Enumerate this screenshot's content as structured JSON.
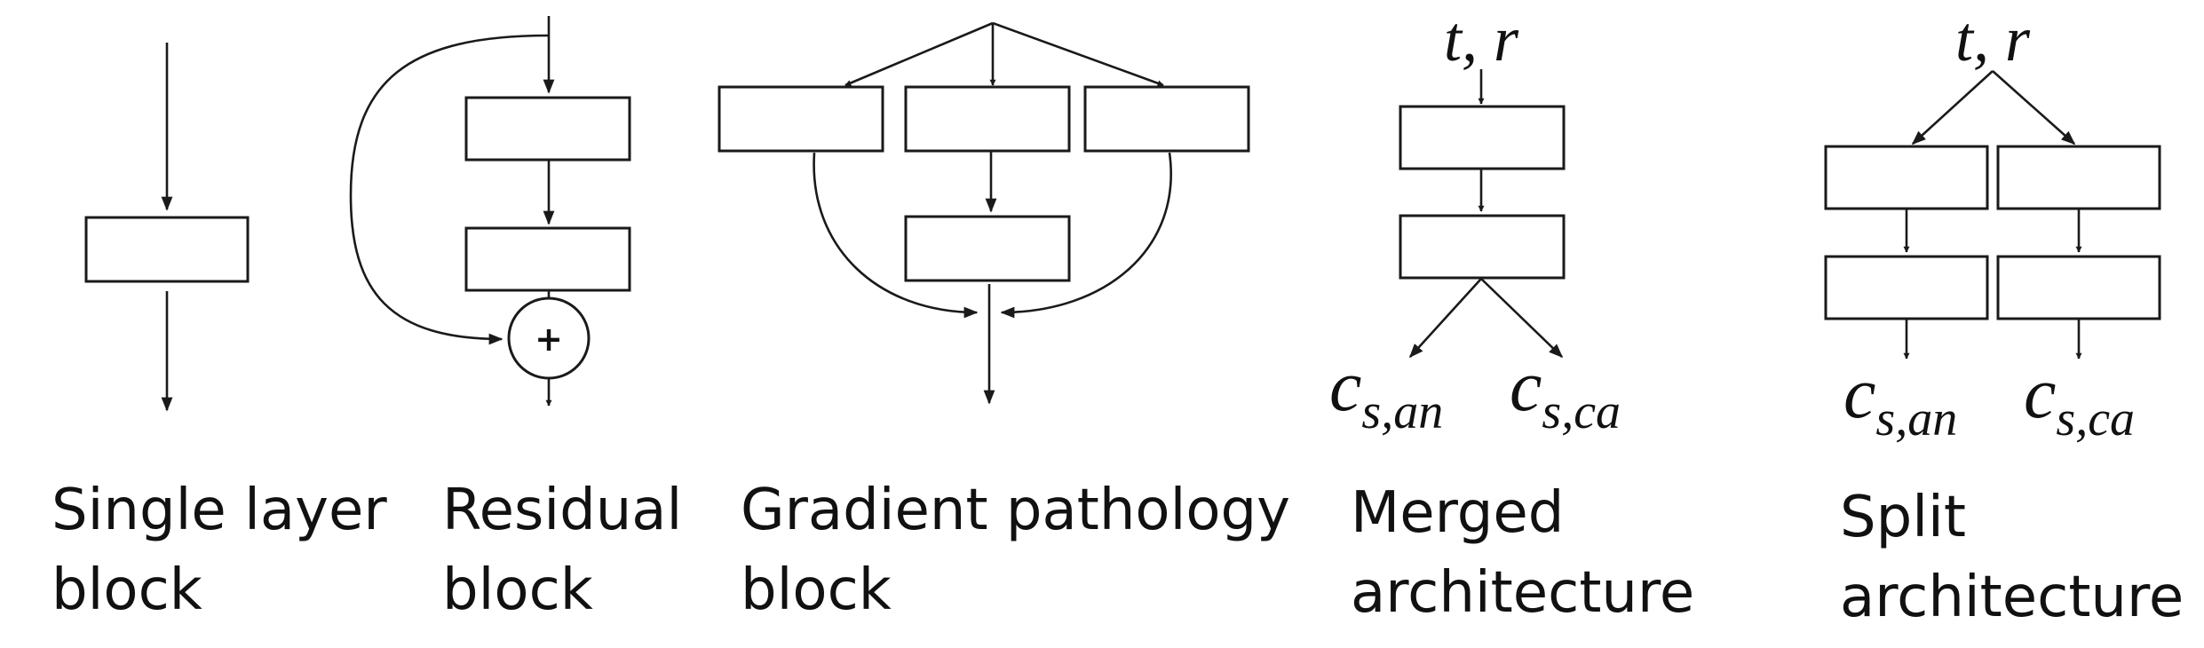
{
  "diagrams": [
    {
      "id": "single",
      "caption": [
        "Single layer",
        "block"
      ]
    },
    {
      "id": "residual",
      "caption": [
        "Residual",
        "block"
      ],
      "sum_symbol": "+"
    },
    {
      "id": "gradient",
      "caption": [
        "Gradient pathology",
        "block"
      ]
    },
    {
      "id": "merged",
      "caption": [
        "Merged",
        "architecture"
      ],
      "input": "t, r",
      "outputs": [
        {
          "base": "c",
          "sub": "s,an"
        },
        {
          "base": "c",
          "sub": "s,ca"
        }
      ]
    },
    {
      "id": "split",
      "caption": [
        "Split",
        "architecture"
      ],
      "input": "t, r",
      "outputs": [
        {
          "base": "c",
          "sub": "s,an"
        },
        {
          "base": "c",
          "sub": "s,ca"
        }
      ]
    }
  ]
}
